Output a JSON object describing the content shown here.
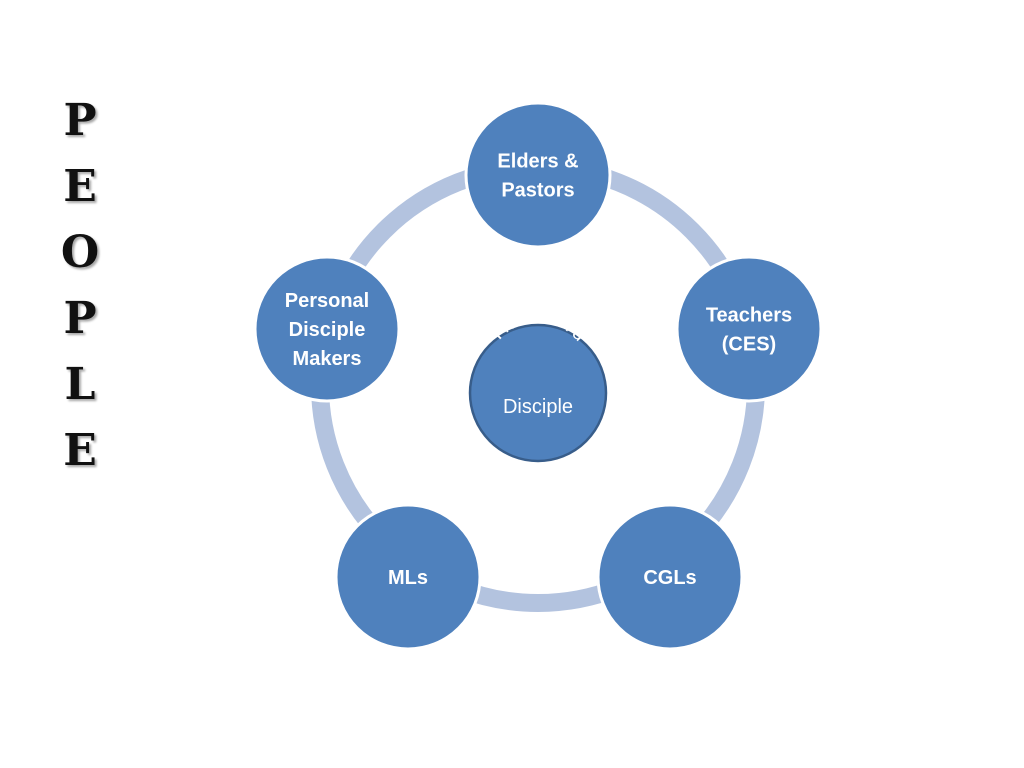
{
  "title_letters": [
    "P",
    "E",
    "O",
    "P",
    "L",
    "E"
  ],
  "colors": {
    "node_fill": "#4f81bd",
    "node_stroke": "#ffffff",
    "ring": "#b3c3df",
    "center_stroke": "#385d8a",
    "text": "#ffffff"
  },
  "center": {
    "arc_text": "The Word",
    "label": "Disciple"
  },
  "nodes": [
    {
      "id": "elders-pastors",
      "lines": [
        "Elders &",
        "Pastors"
      ]
    },
    {
      "id": "teachers-ces",
      "lines": [
        "Teachers",
        "(CES)"
      ]
    },
    {
      "id": "cgls",
      "lines": [
        "CGLs"
      ]
    },
    {
      "id": "mls",
      "lines": [
        "MLs"
      ]
    },
    {
      "id": "personal-disciple-makers",
      "lines": [
        "Personal",
        "Disciple",
        "Makers"
      ]
    }
  ]
}
